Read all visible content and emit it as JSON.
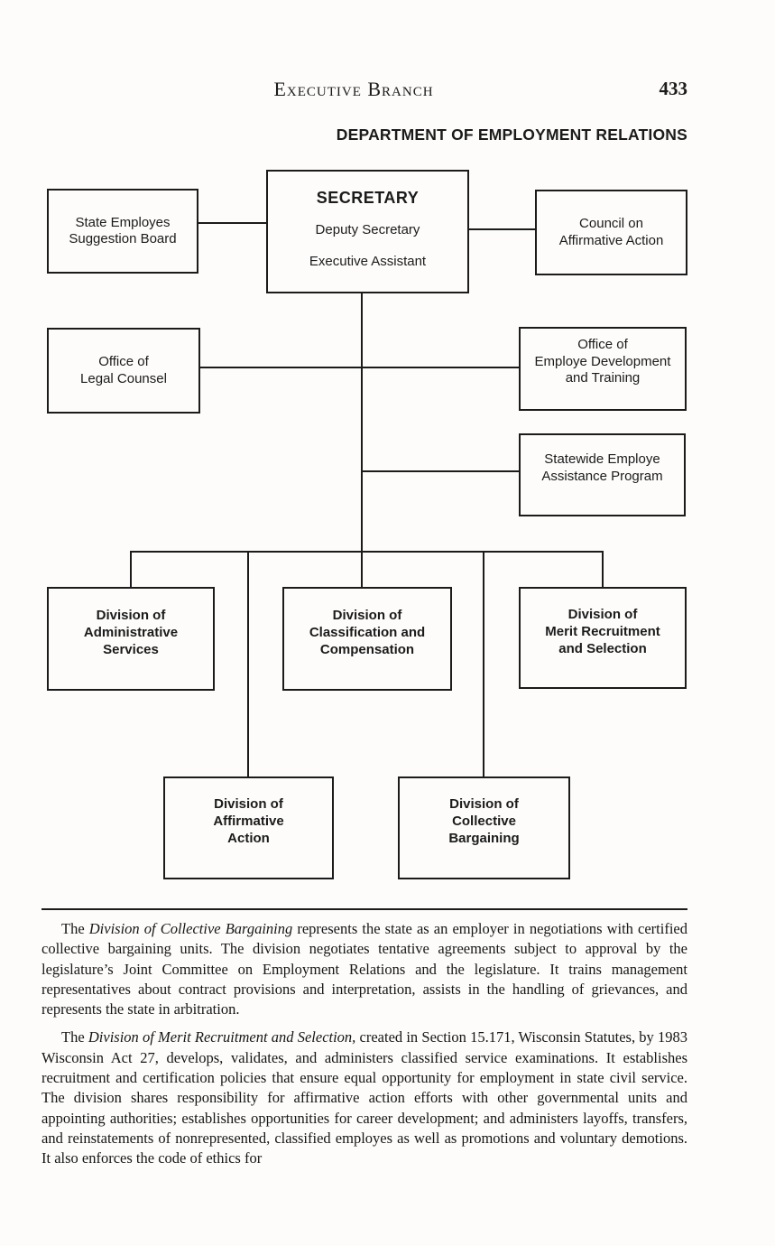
{
  "header": {
    "section_title": "Executive Branch",
    "page_number": "433"
  },
  "doc_title": "DEPARTMENT OF EMPLOYMENT RELATIONS",
  "org_chart": {
    "secretary_title": "SECRETARY",
    "secretary_line1": "Deputy Secretary",
    "secretary_line2": "Executive Assistant",
    "suggestion_board": "State Employes\nSuggestion Board",
    "council": "Council on\nAffirmative Action",
    "legal_counsel": "Office of\nLegal Counsel",
    "employe_development": "Office of\nEmploye Development\nand Training",
    "assistance_program": "Statewide Employe\nAssistance Program",
    "div_administrative": "Division of\nAdministrative\nServices",
    "div_classification": "Division of\nClassification and\nCompensation",
    "div_merit": "Division of\nMerit Recruitment\nand Selection",
    "div_affirmative": "Division of\nAffirmative\nAction",
    "div_collective": "Division of\nCollective\nBargaining"
  },
  "paragraphs": [
    {
      "pre": "The ",
      "italic": "Division of Collective Bargaining",
      "rest": " represents the state as an employer in negotiations with certified collective bargaining units. The division negotiates tentative agreements subject to approval by the legislature’s Joint Committee on Employment Relations and the legislature. It trains management representatives about contract provisions and interpretation, assists in the handling of grievances, and represents the state in arbitration."
    },
    {
      "pre": "The ",
      "italic": "Division of Merit Recruitment and Selection,",
      "rest": " created in Section 15.171, Wisconsin Statutes, by 1983 Wisconsin Act 27, develops, validates, and administers classified service examinations. It establishes recruitment and certification policies that ensure equal opportunity for employment in state civil service. The division shares responsibility for affirmative action efforts with other governmental units and appointing authorities; establishes opportunities for career development; and administers layoffs, transfers, and reinstatements of nonrepresented, classified employes as well as promotions and voluntary demotions. It also enforces the code of ethics for"
    }
  ]
}
